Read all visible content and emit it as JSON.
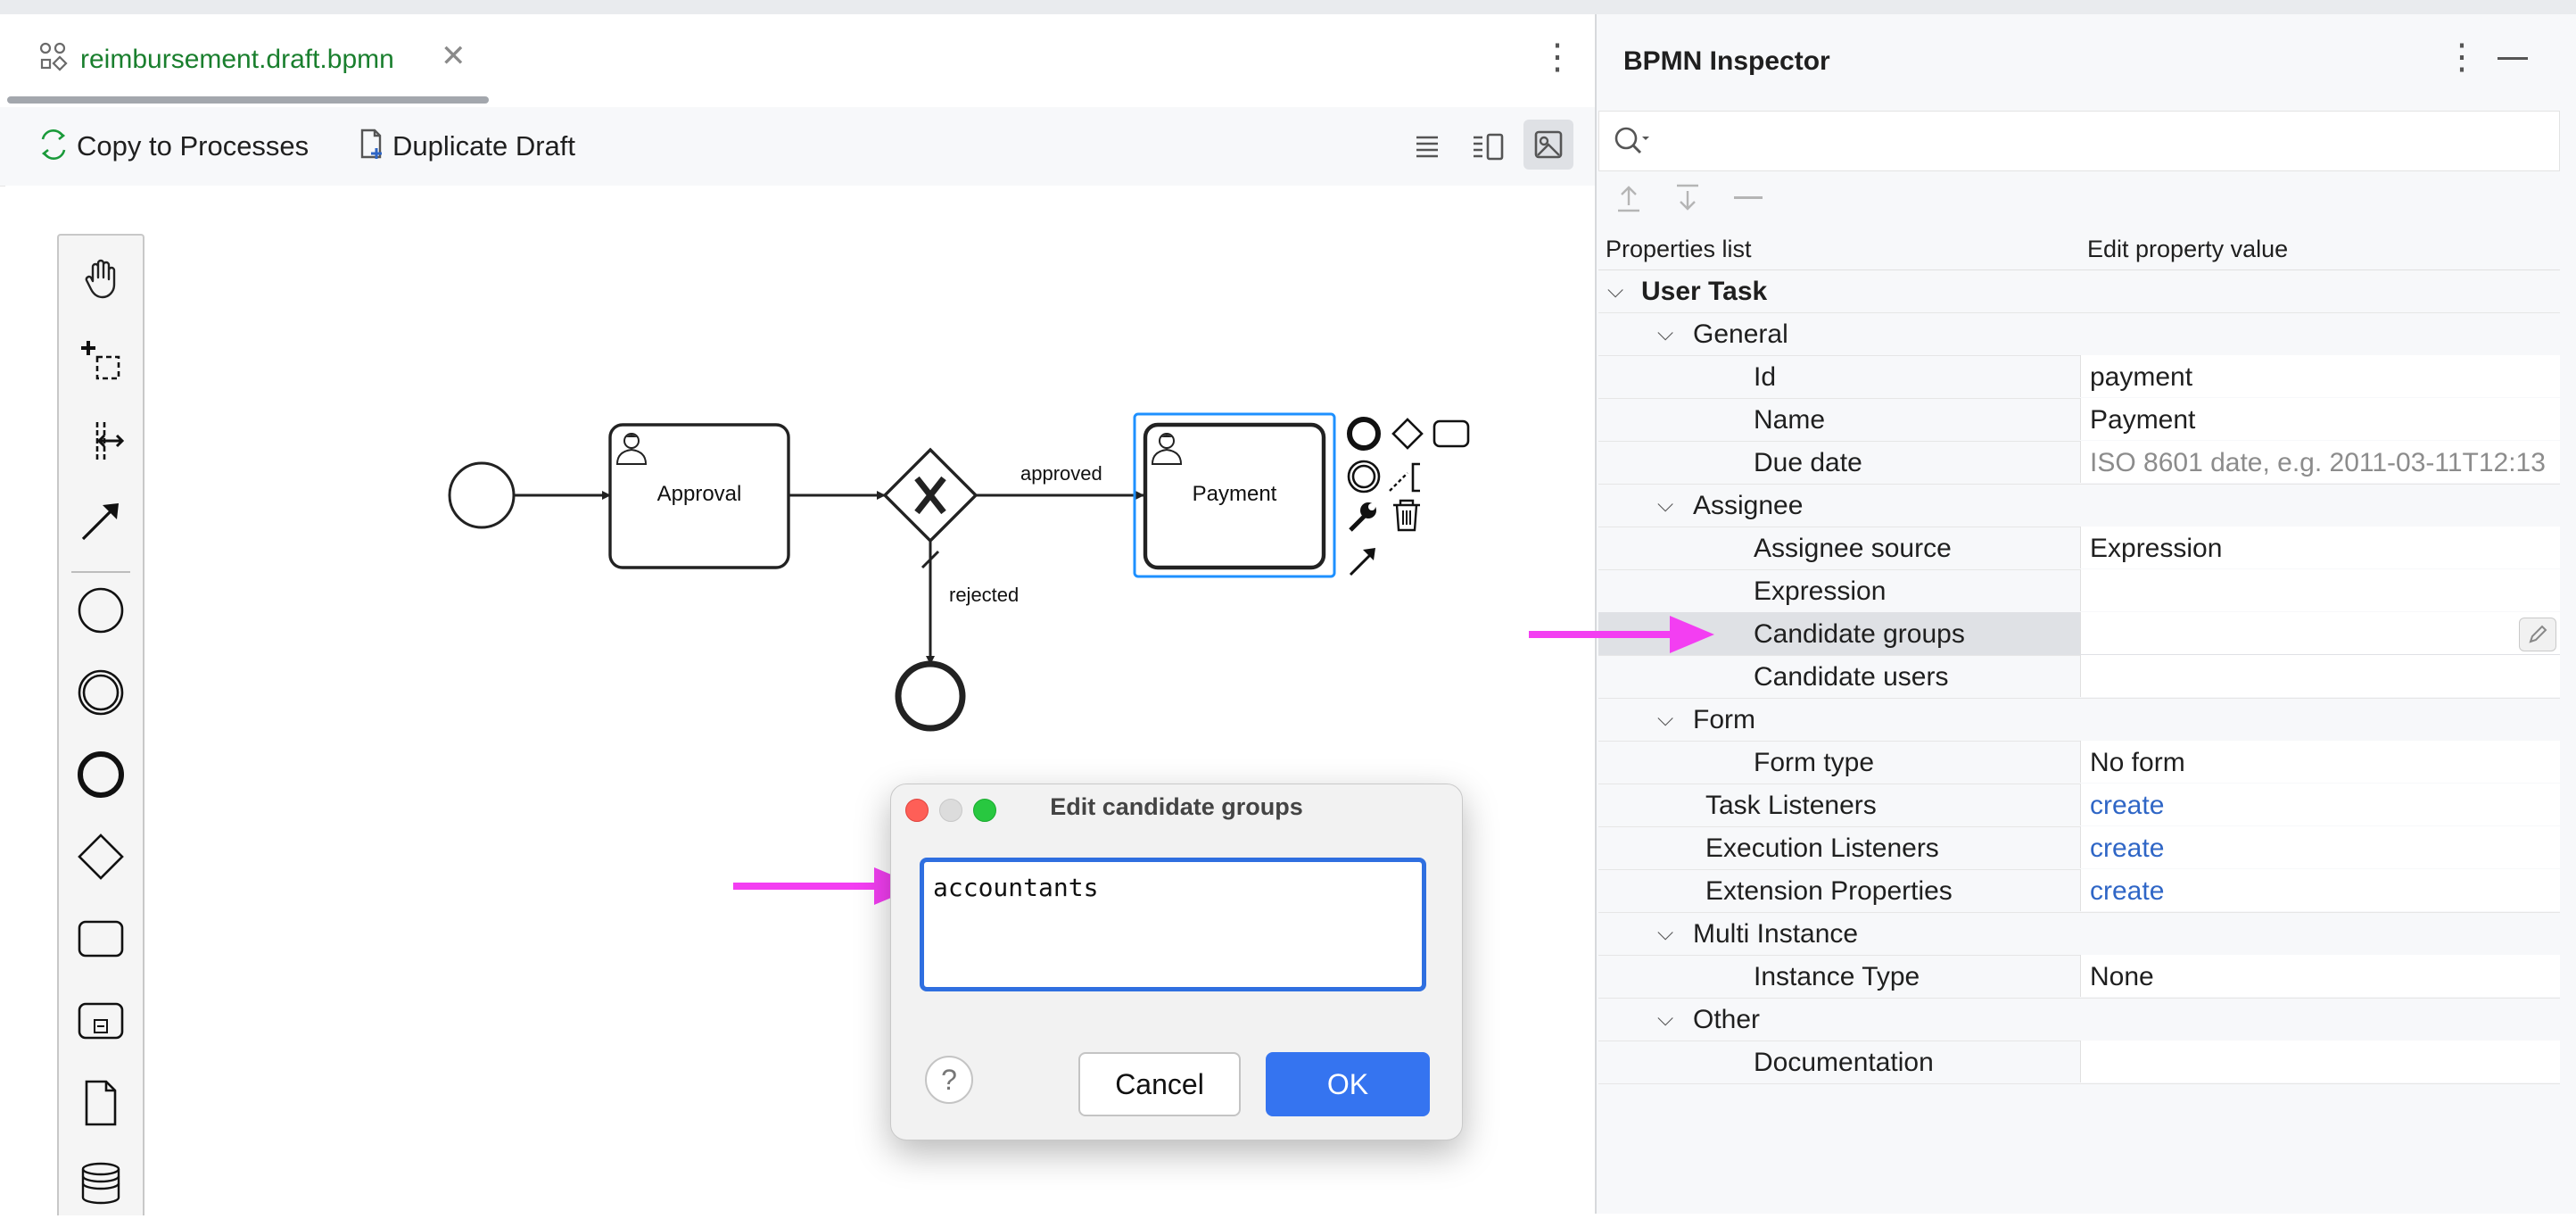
{
  "editor": {
    "tab_title": "reimbursement.draft.bpmn",
    "toolbar": {
      "copy_label": "Copy to Processes",
      "duplicate_label": "Duplicate Draft"
    },
    "palette": [
      "hand-tool",
      "lasso-tool",
      "space-tool",
      "connect-tool",
      "start-event",
      "intermediate-event",
      "end-event",
      "gateway",
      "task",
      "subprocess",
      "data-object",
      "data-store"
    ]
  },
  "diagram": {
    "task_approval": "Approval",
    "task_payment": "Payment",
    "flow_approved": "approved",
    "flow_rejected": "rejected"
  },
  "dialog": {
    "title": "Edit candidate groups",
    "value": "accountants",
    "help": "?",
    "cancel": "Cancel",
    "ok": "OK"
  },
  "inspector": {
    "title": "BPMN Inspector",
    "col_properties": "Properties list",
    "col_edit": "Edit property value",
    "rows": [
      {
        "name": "User Task",
        "value": "",
        "level": 0,
        "group": true
      },
      {
        "name": "General",
        "value": "",
        "level": 1,
        "group": true
      },
      {
        "name": "Id",
        "value": "payment",
        "level": 2
      },
      {
        "name": "Name",
        "value": "Payment",
        "level": 2
      },
      {
        "name": "Due date",
        "value": "ISO 8601 date, e.g. 2011-03-11T12:13",
        "level": 2,
        "placeholder": true
      },
      {
        "name": "Assignee",
        "value": "",
        "level": 1,
        "group": true
      },
      {
        "name": "Assignee source",
        "value": "Expression",
        "level": 2
      },
      {
        "name": "Expression",
        "value": "",
        "level": 2
      },
      {
        "name": "Candidate groups",
        "value": "",
        "level": 2,
        "selected": true
      },
      {
        "name": "Candidate users",
        "value": "",
        "level": 2
      },
      {
        "name": "Form",
        "value": "",
        "level": 1,
        "group": true
      },
      {
        "name": "Form type",
        "value": "No form",
        "level": 2
      },
      {
        "name": "Task Listeners",
        "value": "create",
        "level": 1,
        "link": true
      },
      {
        "name": "Execution Listeners",
        "value": "create",
        "level": 1,
        "link": true
      },
      {
        "name": "Extension Properties",
        "value": "create",
        "level": 1,
        "link": true
      },
      {
        "name": "Multi Instance",
        "value": "",
        "level": 1,
        "group": true
      },
      {
        "name": "Instance Type",
        "value": "None",
        "level": 2
      },
      {
        "name": "Other",
        "value": "",
        "level": 1,
        "group": true
      },
      {
        "name": "Documentation",
        "value": "",
        "level": 2
      }
    ]
  },
  "colors": {
    "accent": "#3574f0",
    "tab_text": "#1a7f2e",
    "link": "#2f66c6",
    "annotation_arrow": "#f33ef2",
    "selection_border": "#1e90ff"
  }
}
